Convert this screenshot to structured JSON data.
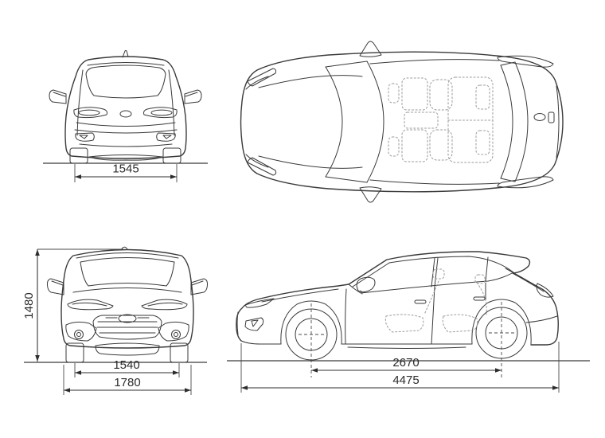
{
  "colors": {
    "background": "#ffffff",
    "line": "#3a3a3a",
    "dimension_line": "#2d2d2d",
    "seat_dotted": "#9a9a9a"
  },
  "dimensions": {
    "rear_track": "1545",
    "overall_height": "1480",
    "front_track": "1540",
    "overall_width": "1780",
    "wheelbase": "2670",
    "overall_length": "4475"
  }
}
